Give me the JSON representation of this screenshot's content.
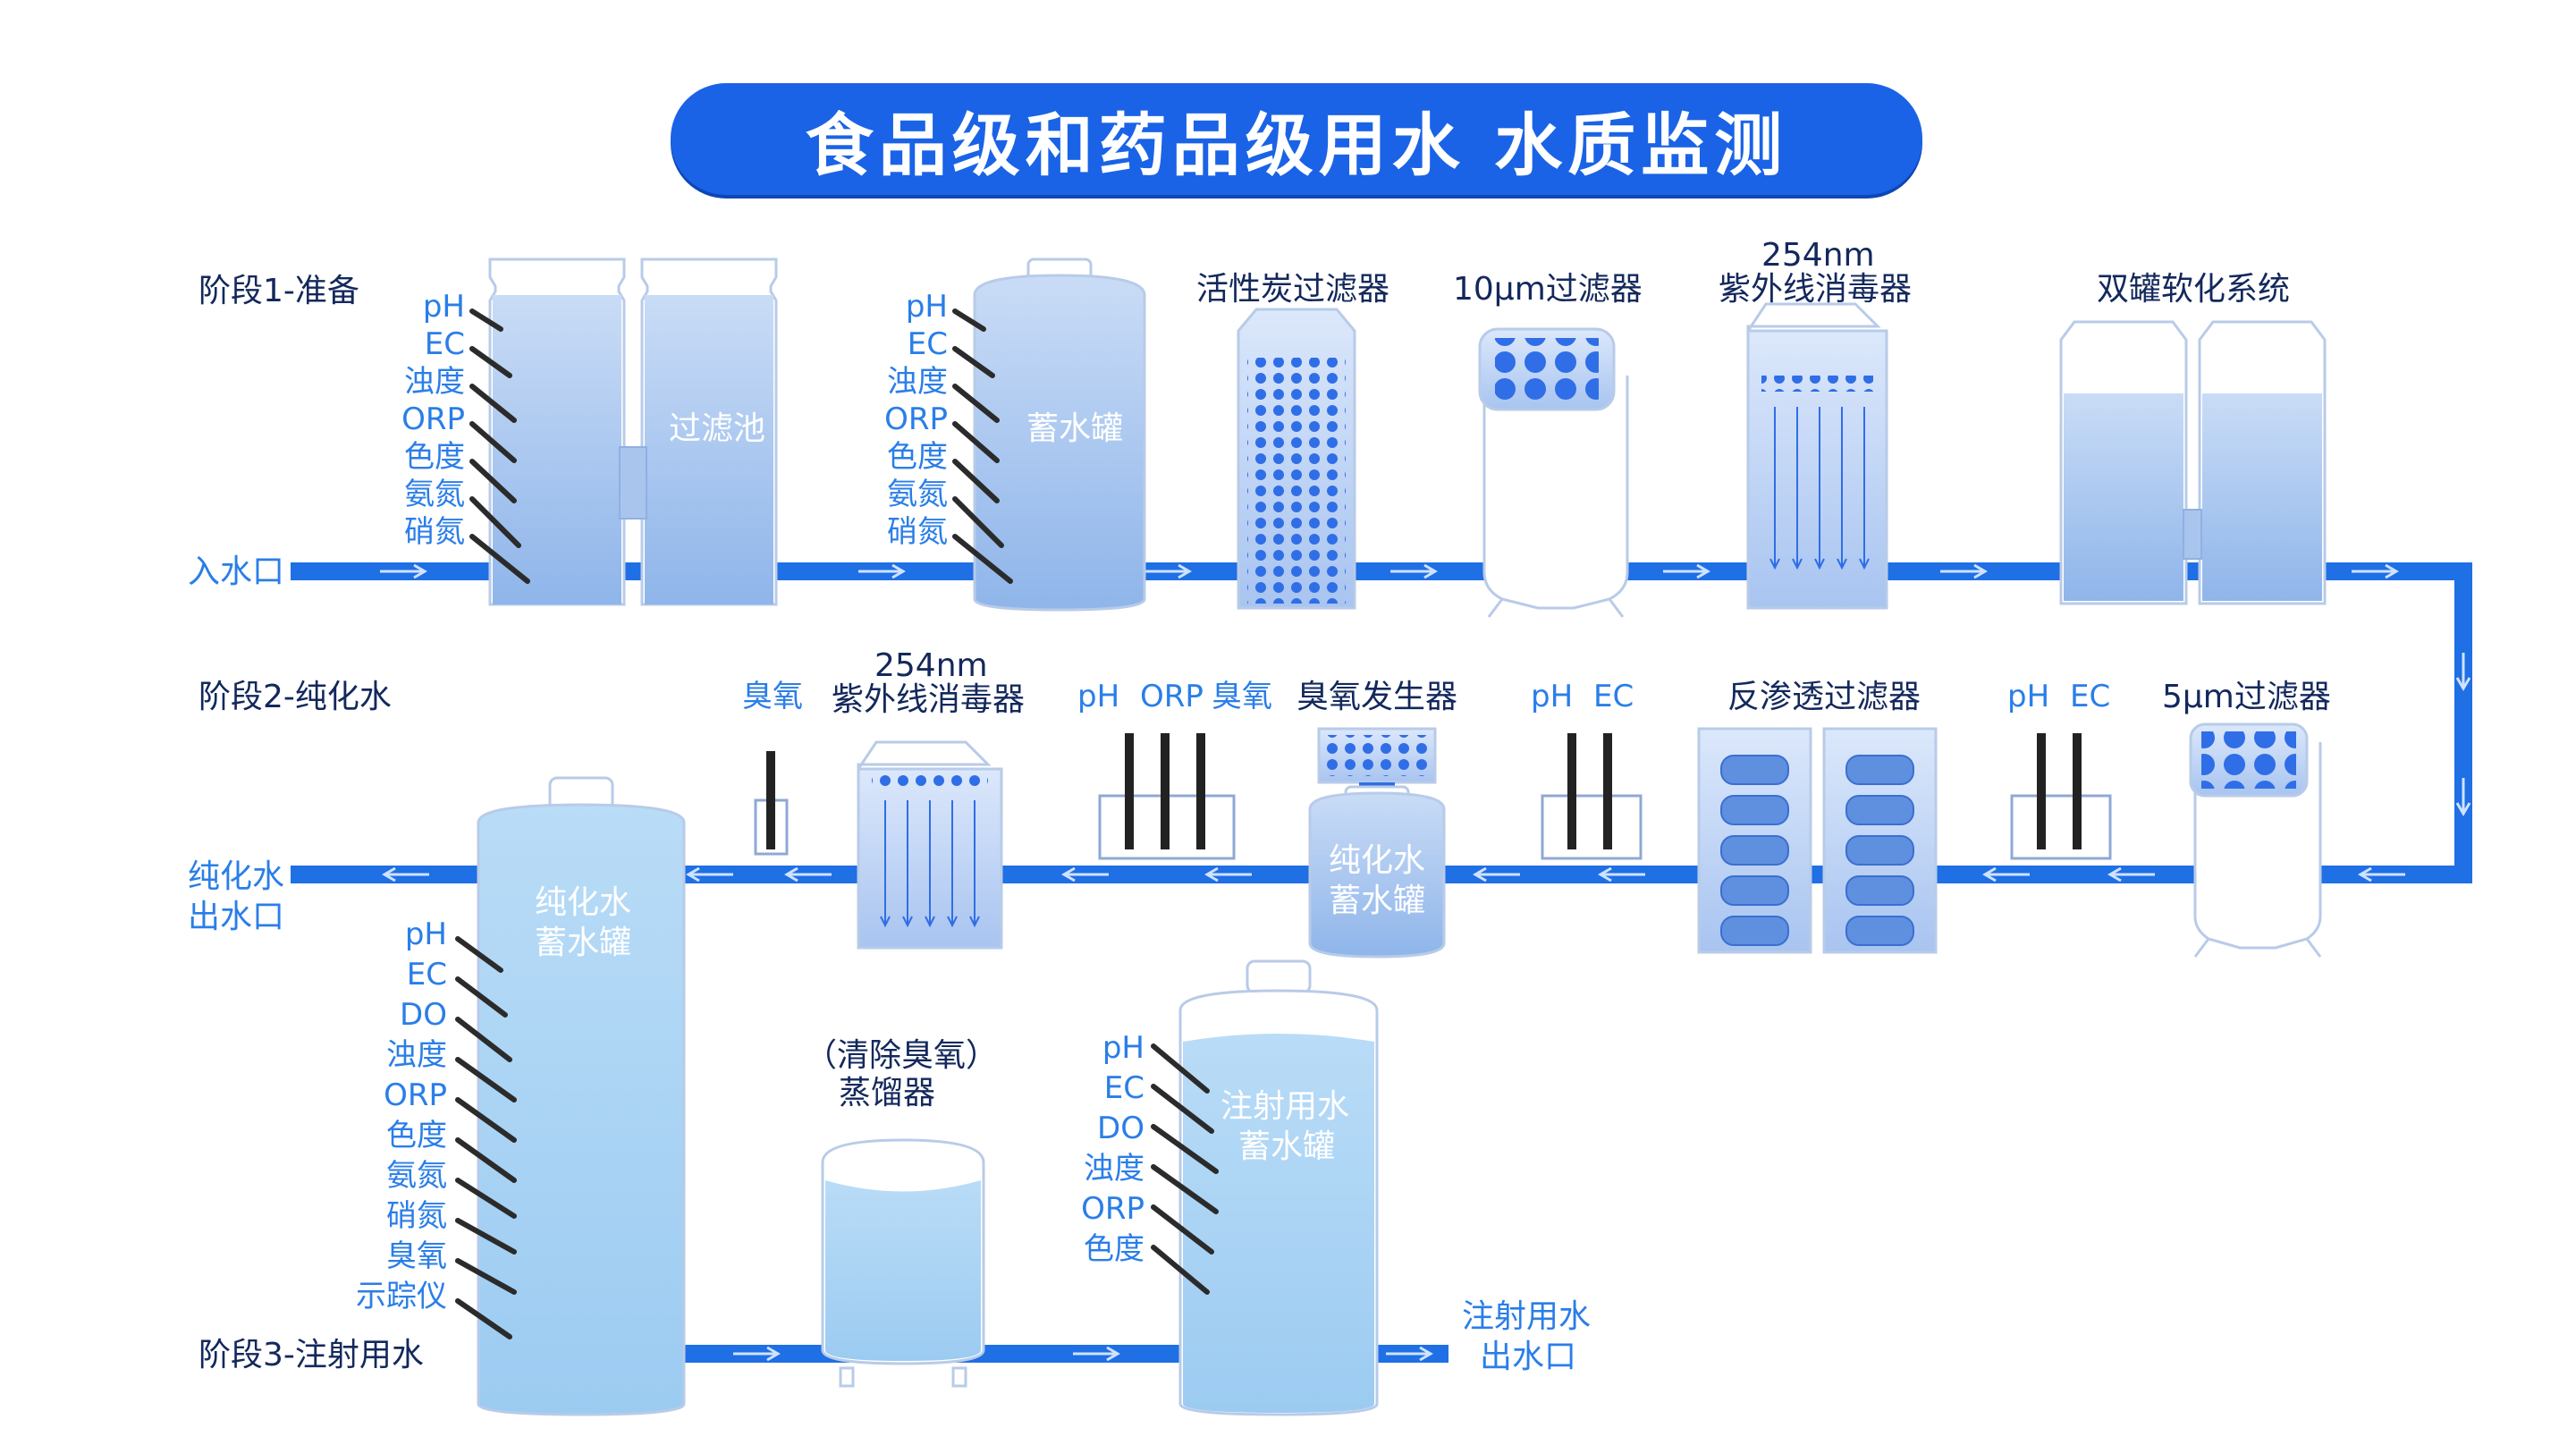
{
  "title": "食品级和药品级用水 水质监测",
  "stages": [
    {
      "id": "stage1",
      "label": "阶段1-准备"
    },
    {
      "id": "stage2",
      "label": "阶段2-纯化水"
    },
    {
      "id": "stage3",
      "label": "阶段3-注射用水"
    }
  ],
  "io": {
    "inlet": "入水口",
    "pure_outlet": [
      "纯化水",
      "出水口"
    ],
    "wfi_outlet": [
      "注射用水",
      "出水口"
    ]
  },
  "equipment": {
    "filter_pool": "过滤池",
    "storage_tank": "蓄水罐",
    "carbon_filter": "活性炭过滤器",
    "filter_10um": "10μm过滤器",
    "uv_top_1": "254nm",
    "uv_top_2": "紫外线消毒器",
    "softener": "双罐软化系统",
    "filter_5um": "5μm过滤器",
    "ro_filter": "反渗透过滤器",
    "ozone_gen": "臭氧发生器",
    "pure_tank_small": [
      "纯化水",
      "蓄水罐"
    ],
    "uv_mid_1": "254nm",
    "uv_mid_2": "紫外线消毒器",
    "pure_tank_big": [
      "纯化水",
      "蓄水罐"
    ],
    "distiller_1": "（清除臭氧）",
    "distiller_2": "蒸馏器",
    "wfi_tank": [
      "注射用水",
      "蓄水罐"
    ]
  },
  "sensors": {
    "group_stage1_a": [
      "pH",
      "EC",
      "浊度",
      "ORP",
      "色度",
      "氨氮",
      "硝氮"
    ],
    "group_stage1_b": [
      "pH",
      "EC",
      "浊度",
      "ORP",
      "色度",
      "氨氮",
      "硝氮"
    ],
    "ozone_single": "臭氧",
    "triple": [
      "pH",
      "ORP",
      "臭氧"
    ],
    "dual_a": [
      "pH",
      "EC"
    ],
    "dual_b": [
      "pH",
      "EC"
    ],
    "group_stage3_pure": [
      "pH",
      "EC",
      "DO",
      "浊度",
      "ORP",
      "色度",
      "氨氮",
      "硝氮",
      "臭氧",
      "示踪仪"
    ],
    "group_stage3_wfi": [
      "pH",
      "EC",
      "DO",
      "浊度",
      "ORP",
      "色度"
    ]
  },
  "colors": {
    "pipe": "#1f6fe5",
    "title_bg": "#1a63e6",
    "label_blue": "#2a7ee8",
    "label_dark": "#13285c",
    "tank_water": "#a8cdf2",
    "tank_outline": "#b8cbe8",
    "filter_dot": "#2f6ee6"
  }
}
